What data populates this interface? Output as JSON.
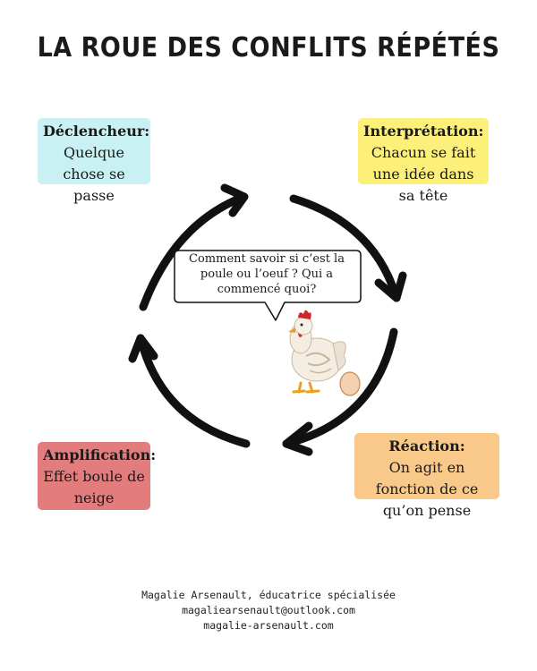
{
  "title": "LA ROUE DES CONFLITS RÉPÉTÉS",
  "steps": [
    {
      "heading": "Déclencheur:",
      "text": "Quelque chose se passe",
      "color": "#c9f0f3"
    },
    {
      "heading": "Interprétation:",
      "text": "Chacun se fait une idée dans sa tête",
      "color": "#fdf07a"
    },
    {
      "heading": "Réaction:",
      "text": "On agit en fonction de ce qu’on pense",
      "color": "#f9c98a"
    },
    {
      "heading": "Amplification:",
      "text": "Effet boule de neige",
      "color": "#e37d7d"
    }
  ],
  "speech_bubble": "Comment savoir si c’est la poule ou l’oeuf ? Qui a commencé quoi?",
  "footer": {
    "name": "Magalie Arsenault, éducatrice spécialisée",
    "email": "magaliearsenault@outlook.com",
    "website": "magalie-arsenault.com"
  },
  "icons": [
    "arrow-icon",
    "chicken-icon",
    "egg-icon",
    "speech-bubble"
  ]
}
